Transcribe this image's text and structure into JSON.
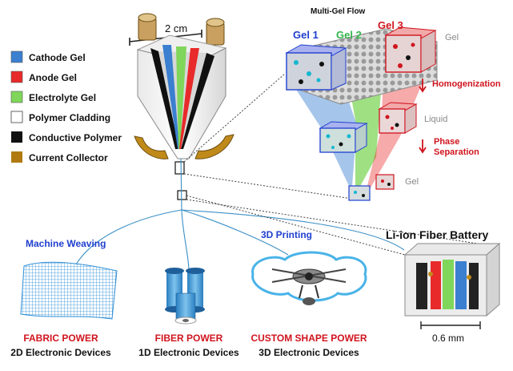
{
  "legend": {
    "items": [
      {
        "label": "Cathode Gel",
        "color": "#3a7fd0"
      },
      {
        "label": "Anode Gel",
        "color": "#e82a2a"
      },
      {
        "label": "Electrolyte Gel",
        "color": "#7fd65a"
      },
      {
        "label": "Polymer Cladding",
        "color": "#ffffff"
      },
      {
        "label": "Conductive Polymer",
        "color": "#111111"
      },
      {
        "label": "Current Collector",
        "color": "#b07a10"
      }
    ]
  },
  "scale": {
    "top": "2 cm",
    "battery": "0.6 mm"
  },
  "flow": {
    "title": "Multi-Gel Flow",
    "gel1": "Gel 1",
    "gel2": "Gel 2",
    "gel3": "Gel 3",
    "state_gel_top": "Gel",
    "homogenization": "Homogenization",
    "liquid": "Liquid",
    "phase": "Phase",
    "separation": "Separation",
    "state_gel_bottom": "Gel"
  },
  "processes": {
    "weaving": "Machine Weaving",
    "printing": "3D Printing"
  },
  "battery": {
    "title": "Li-ion Fiber Battery"
  },
  "outputs": [
    {
      "title": "FABRIC POWER",
      "subtitle": "2D Electronic Devices"
    },
    {
      "title": "FIBER POWER",
      "subtitle": "1D Electronic Devices"
    },
    {
      "title": "CUSTOM SHAPE POWER",
      "subtitle": "3D Electronic Devices"
    }
  ],
  "colors": {
    "cathode": "#3a7fd0",
    "anode": "#e82a2a",
    "electrolyte": "#7fd65a",
    "accent_red": "#d0141e",
    "accent_blue": "#1f3fcf",
    "gel2_green": "#33b34a"
  }
}
